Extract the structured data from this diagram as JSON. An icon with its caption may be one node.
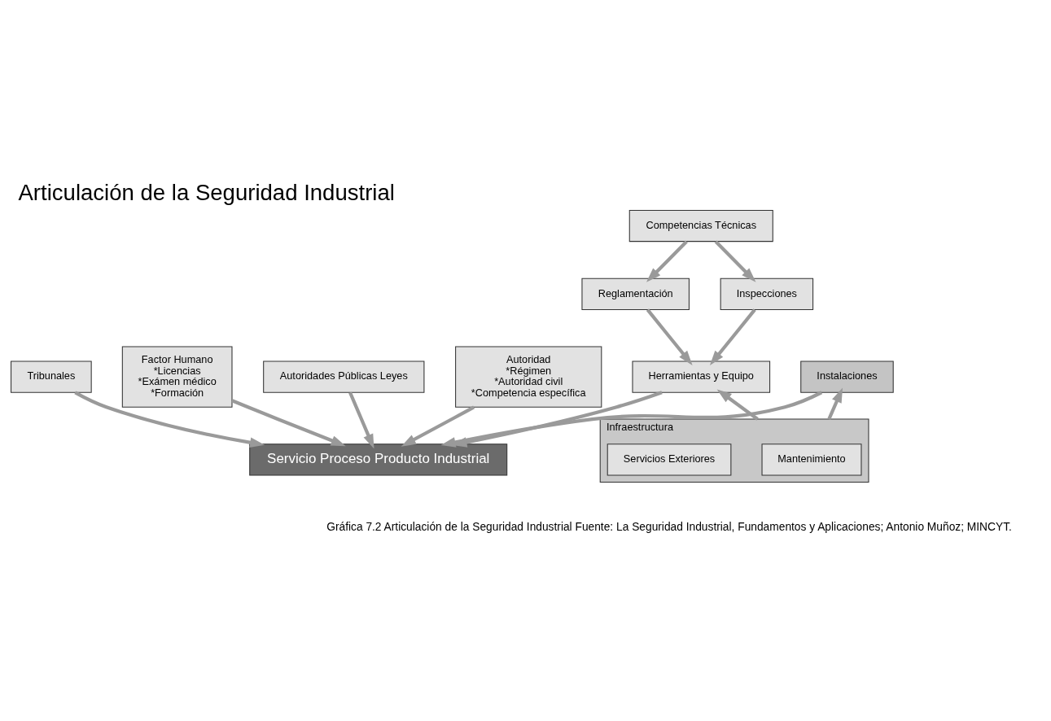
{
  "diagram": {
    "title": "Articulación de la Seguridad Industrial",
    "caption": "Gráfica 7.2 Articulación de la Seguridad Industrial Fuente: La Seguridad Industrial, Fundamentos y Aplicaciones; Antonio Muñoz; MINCYT.",
    "nodes": [
      {
        "text": [
          "Autoridades Públicas Leyes"
        ]
      },
      {
        "text": [
          "Autoridad",
          "*Régimen",
          "*Autoridad civil",
          "*Competencia específica"
        ]
      },
      {
        "text": [
          "Tribunales"
        ]
      },
      {
        "text": [
          "Competencias Técnicas"
        ]
      },
      {
        "text": [
          "Factor Humano",
          "*Licencias",
          "*Exámen médico",
          "*Formación"
        ]
      },
      {
        "text": [
          "Reglamentación"
        ]
      },
      {
        "text": [
          "Inspecciones"
        ]
      },
      {
        "text": [
          "Herramientas y Equipo"
        ]
      },
      {
        "text": [
          "Servicio Proceso Producto Industrial"
        ]
      },
      {
        "text": [
          "Instalaciones"
        ]
      },
      {
        "text": [
          "Infraestructura"
        ]
      },
      {
        "text": [
          "Mantenimiento"
        ],
        "in": 10
      },
      {
        "text": [
          "Servicios Exteriores"
        ],
        "in": 10
      }
    ],
    "edges": [
      {
        "from": 0,
        "to": 8,
        "arrow": "to"
      },
      {
        "from": 2,
        "to": 8,
        "arrow": "to"
      },
      {
        "from": 1,
        "to": 8,
        "arrow": "to"
      },
      {
        "from": 4,
        "to": 8,
        "arrow": "to"
      },
      {
        "from": 3,
        "to": 5,
        "arrow": "to"
      },
      {
        "from": 3,
        "to": 6,
        "arrow": "to"
      },
      {
        "from": 5,
        "to": 7,
        "arrow": "to"
      },
      {
        "from": 6,
        "to": 7,
        "arrow": "to"
      },
      {
        "from": 7,
        "to": 8,
        "arrow": "to"
      },
      {
        "from": 9,
        "to": 8,
        "arrow": "to"
      },
      {
        "from": 10,
        "to": 7,
        "arrow": "to"
      },
      {
        "from": 10,
        "to": 9,
        "arrow": "to"
      }
    ]
  }
}
